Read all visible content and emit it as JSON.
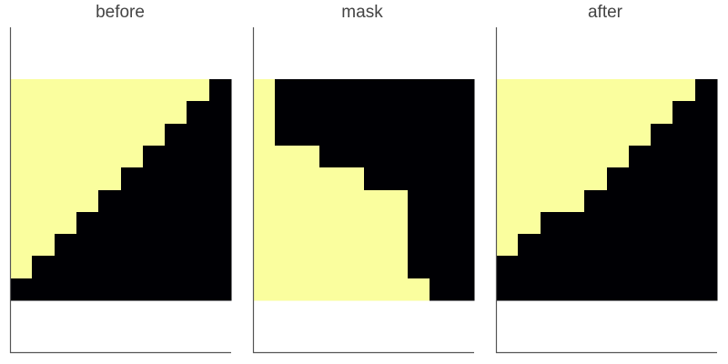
{
  "chart_data": [
    {
      "type": "heatmap",
      "title": "before",
      "rows": 10,
      "cols": 10,
      "values": [
        [
          1,
          1,
          1,
          1,
          1,
          1,
          1,
          1,
          1,
          0
        ],
        [
          1,
          1,
          1,
          1,
          1,
          1,
          1,
          1,
          0,
          0
        ],
        [
          1,
          1,
          1,
          1,
          1,
          1,
          1,
          0,
          0,
          0
        ],
        [
          1,
          1,
          1,
          1,
          1,
          1,
          0,
          0,
          0,
          0
        ],
        [
          1,
          1,
          1,
          1,
          1,
          0,
          0,
          0,
          0,
          0
        ],
        [
          1,
          1,
          1,
          1,
          0,
          0,
          0,
          0,
          0,
          0
        ],
        [
          1,
          1,
          1,
          0,
          0,
          0,
          0,
          0,
          0,
          0
        ],
        [
          1,
          1,
          0,
          0,
          0,
          0,
          0,
          0,
          0,
          0
        ],
        [
          1,
          0,
          0,
          0,
          0,
          0,
          0,
          0,
          0,
          0
        ],
        [
          0,
          0,
          0,
          0,
          0,
          0,
          0,
          0,
          0,
          0
        ]
      ]
    },
    {
      "type": "heatmap",
      "title": "mask",
      "rows": 10,
      "cols": 10,
      "values": [
        [
          1,
          0,
          0,
          0,
          0,
          0,
          0,
          0,
          0,
          0
        ],
        [
          1,
          0,
          0,
          0,
          0,
          0,
          0,
          0,
          0,
          0
        ],
        [
          1,
          0,
          0,
          0,
          0,
          0,
          0,
          0,
          0,
          0
        ],
        [
          1,
          1,
          1,
          0,
          0,
          0,
          0,
          0,
          0,
          0
        ],
        [
          1,
          1,
          1,
          1,
          1,
          0,
          0,
          0,
          0,
          0
        ],
        [
          1,
          1,
          1,
          1,
          1,
          1,
          1,
          0,
          0,
          0
        ],
        [
          1,
          1,
          1,
          1,
          1,
          1,
          1,
          0,
          0,
          0
        ],
        [
          1,
          1,
          1,
          1,
          1,
          1,
          1,
          0,
          0,
          0
        ],
        [
          1,
          1,
          1,
          1,
          1,
          1,
          1,
          0,
          0,
          0
        ],
        [
          1,
          1,
          1,
          1,
          1,
          1,
          1,
          1,
          0,
          0
        ]
      ]
    },
    {
      "type": "heatmap",
      "title": "after",
      "rows": 10,
      "cols": 10,
      "values": [
        [
          1,
          1,
          1,
          1,
          1,
          1,
          1,
          1,
          1,
          0
        ],
        [
          1,
          1,
          1,
          1,
          1,
          1,
          1,
          1,
          0,
          0
        ],
        [
          1,
          1,
          1,
          1,
          1,
          1,
          1,
          0,
          0,
          0
        ],
        [
          1,
          1,
          1,
          1,
          1,
          1,
          0,
          0,
          0,
          0
        ],
        [
          1,
          1,
          1,
          1,
          1,
          0,
          0,
          0,
          0,
          0
        ],
        [
          1,
          1,
          1,
          1,
          0,
          0,
          0,
          0,
          0,
          0
        ],
        [
          1,
          1,
          0,
          0,
          0,
          0,
          0,
          0,
          0,
          0
        ],
        [
          1,
          0,
          0,
          0,
          0,
          0,
          0,
          0,
          0,
          0
        ],
        [
          0,
          0,
          0,
          0,
          0,
          0,
          0,
          0,
          0,
          0
        ],
        [
          0,
          0,
          0,
          0,
          0,
          0,
          0,
          0,
          0,
          0
        ]
      ]
    }
  ],
  "colors": {
    "high": "#fafe9e",
    "low": "#000004",
    "axis": "#555555",
    "title": "#444444"
  }
}
